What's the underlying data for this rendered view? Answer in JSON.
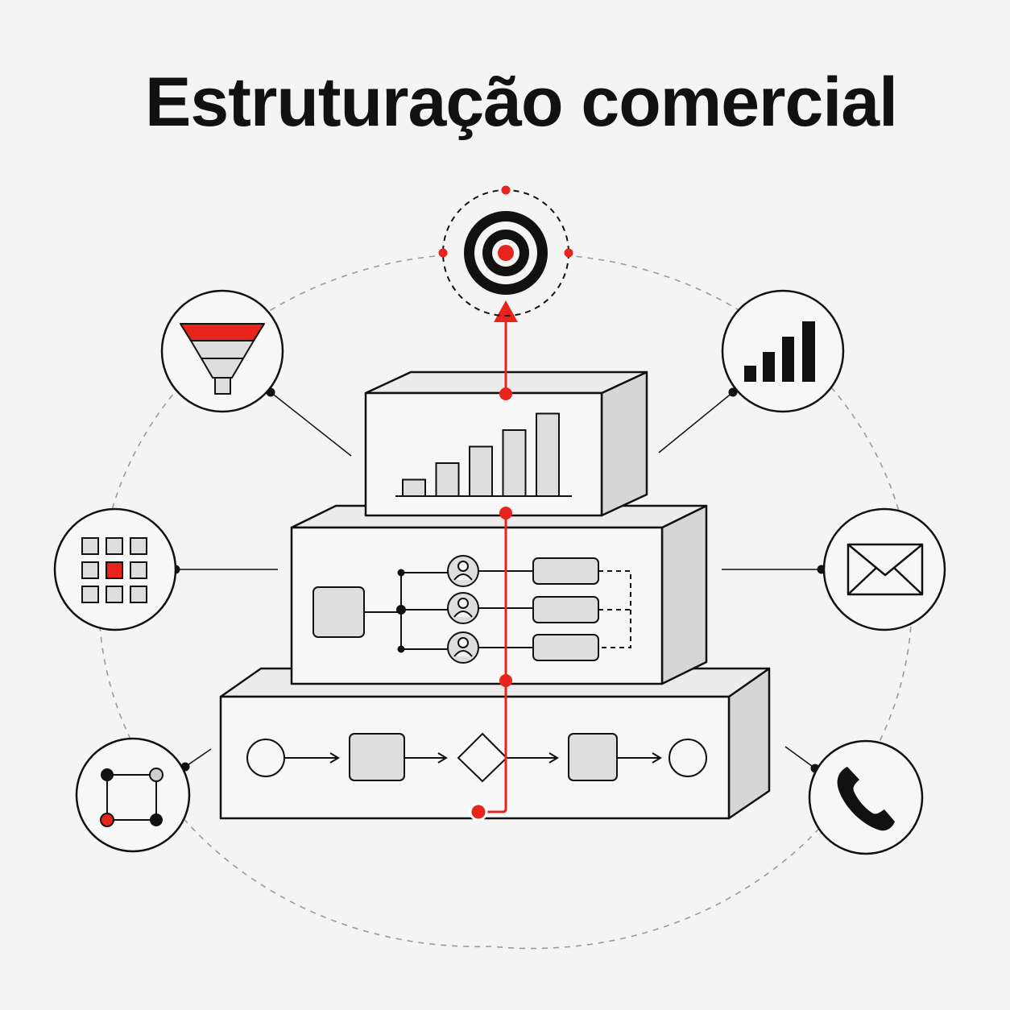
{
  "title": "Estruturação comercial",
  "colors": {
    "background": "#f4f4f4",
    "ink": "#111111",
    "accent": "#e8251c",
    "fill_gray": "#dedede",
    "side_gray": "#d6d6d6",
    "box_face": "#f7f7f7"
  },
  "center": {
    "goal_icon": "target-icon",
    "layers": [
      {
        "name": "top",
        "content": "bar-chart",
        "bar_levels": [
          1,
          2,
          3,
          4,
          5
        ]
      },
      {
        "name": "middle",
        "content": "team-routing",
        "users": 3,
        "icons": [
          "user-icon",
          "user-icon",
          "user-icon"
        ]
      },
      {
        "name": "bottom",
        "content": "process-flow",
        "steps": [
          "start-circle",
          "task-box",
          "decision-diamond",
          "task-box",
          "end-circle"
        ]
      }
    ]
  },
  "satellites": [
    {
      "position": "upper-left",
      "icon": "funnel-icon"
    },
    {
      "position": "middle-left",
      "icon": "grid-icon",
      "highlighted_cell": 5
    },
    {
      "position": "lower-left",
      "icon": "nodes-square-icon"
    },
    {
      "position": "upper-right",
      "icon": "signal-bars-icon"
    },
    {
      "position": "middle-right",
      "icon": "envelope-icon"
    },
    {
      "position": "lower-right",
      "icon": "phone-icon"
    }
  ]
}
